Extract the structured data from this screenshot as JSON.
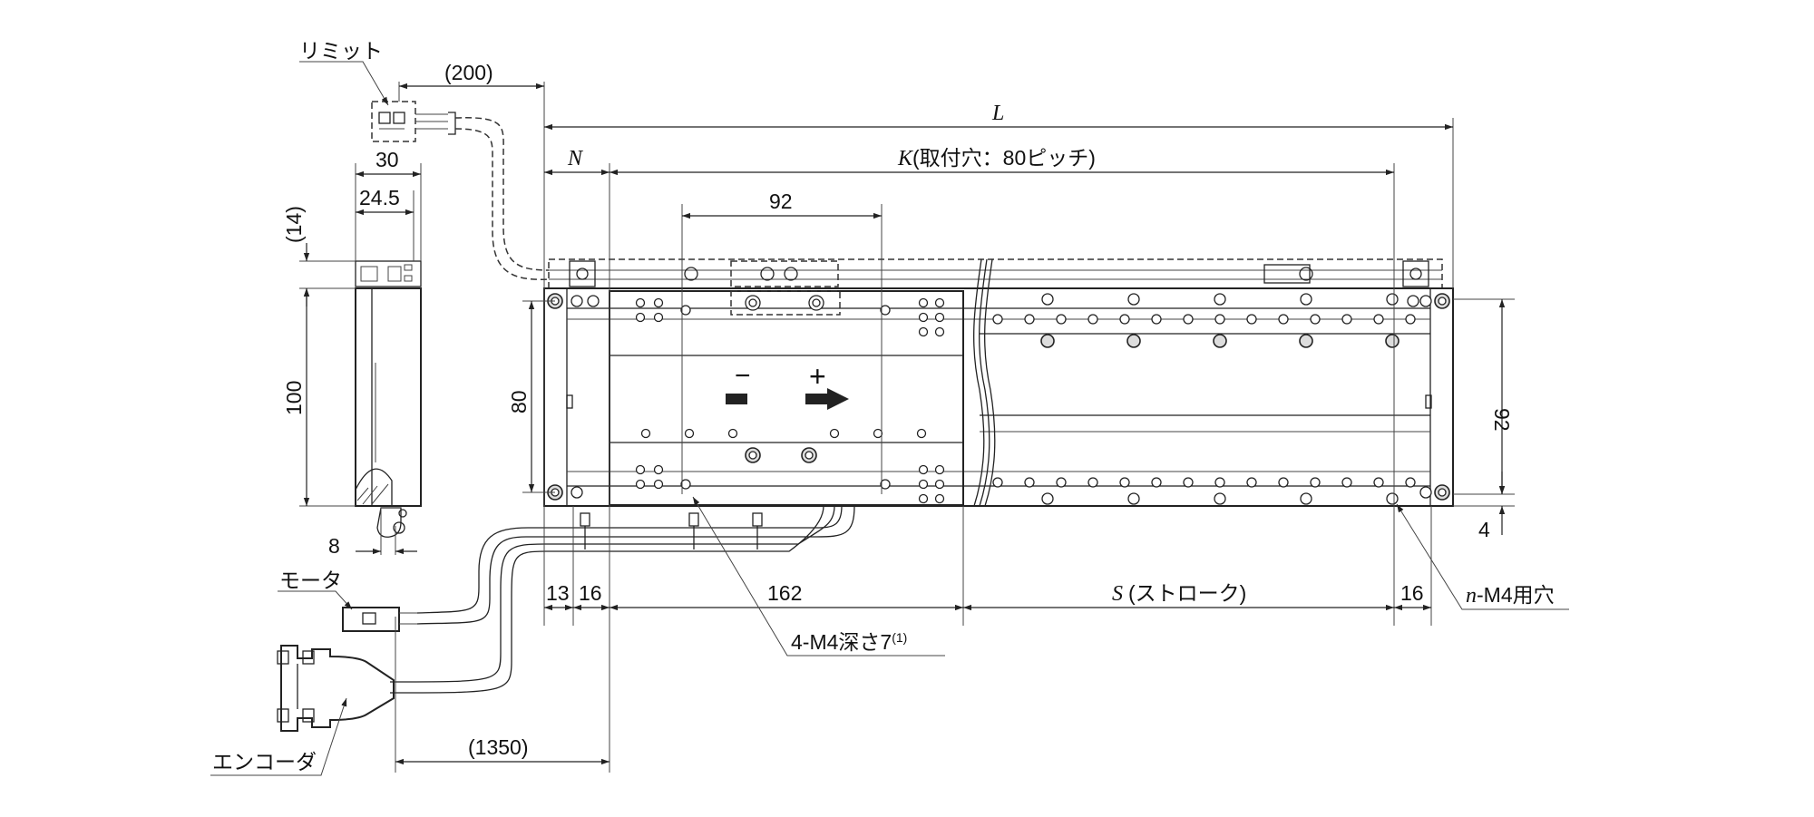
{
  "labels": {
    "limit": "リミット",
    "motor": "モータ",
    "encoder": "エンコーダ",
    "tapped_holes": "4-M4深さ7",
    "tapped_holes_note": "(1)",
    "mount_holes_n": "n",
    "mount_holes_rest": "-M4用穴"
  },
  "dimensions": {
    "cable_200": "(200)",
    "length_L": "L",
    "pitch_K_var": "K",
    "pitch_K_rest": "(取付穴：80ピッチ)",
    "offset_N": "N",
    "table_92": "92",
    "side_30": "30",
    "side_24_5": "24.5",
    "side_14": "(14)",
    "side_100": "100",
    "side_8": "8",
    "width_80": "80",
    "width_92": "92",
    "edge_4": "4",
    "d_13": "13",
    "d_16_left": "16",
    "d_162": "162",
    "stroke_S_var": "S",
    "stroke_S_rest": "(ストローク)",
    "d_16_right": "16",
    "cable_1350": "(1350)"
  },
  "direction": {
    "minus": "−",
    "plus": "+"
  }
}
